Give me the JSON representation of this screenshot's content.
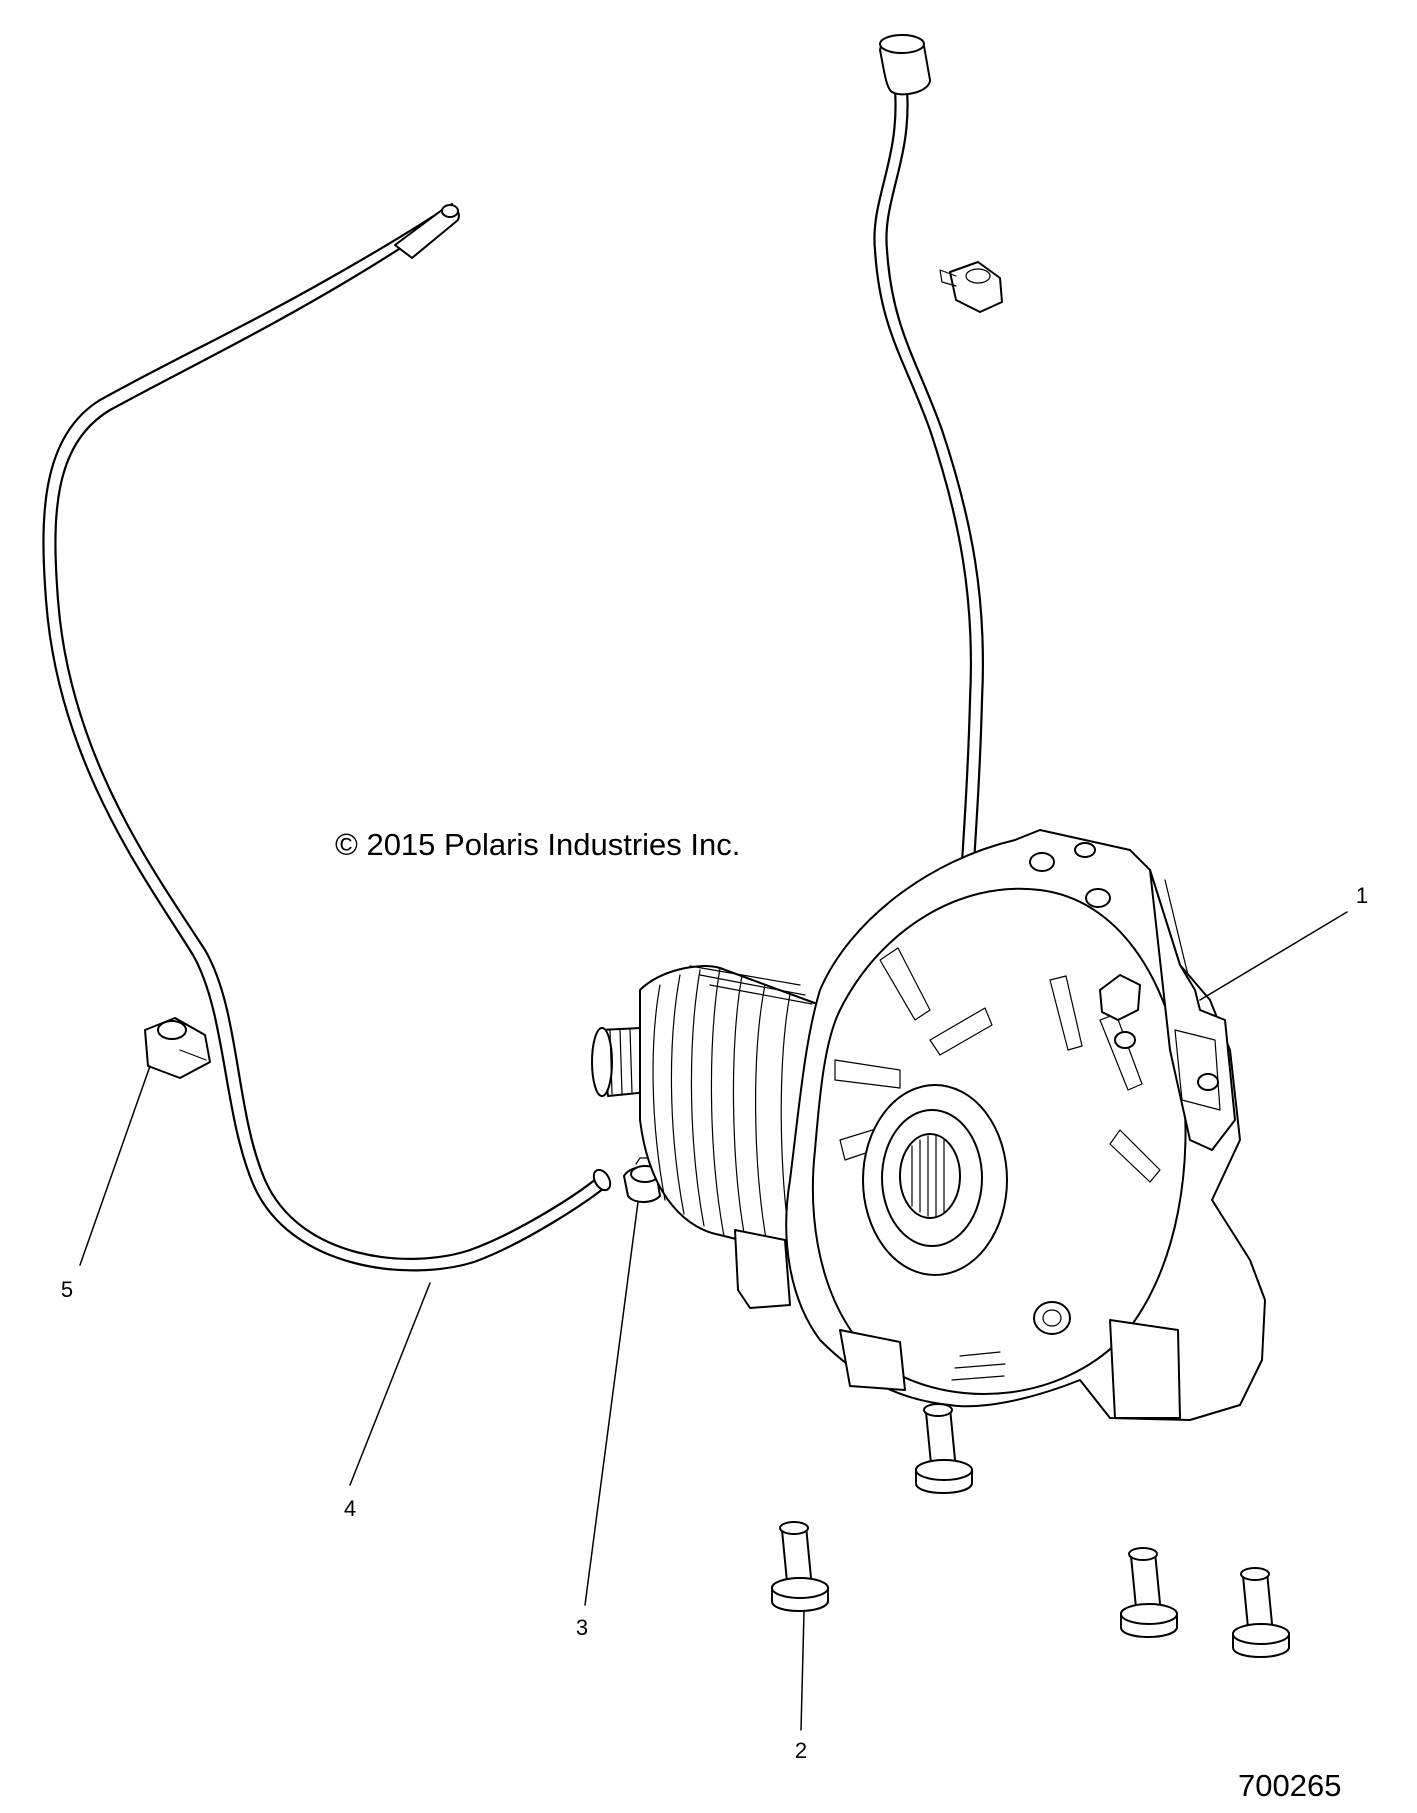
{
  "copyright": "© 2015 Polaris Industries Inc.",
  "figure_number": "700265",
  "callouts": [
    {
      "id": "1",
      "label": "1"
    },
    {
      "id": "2",
      "label": "2"
    },
    {
      "id": "3",
      "label": "3"
    },
    {
      "id": "4",
      "label": "4"
    },
    {
      "id": "5",
      "label": "5"
    }
  ]
}
